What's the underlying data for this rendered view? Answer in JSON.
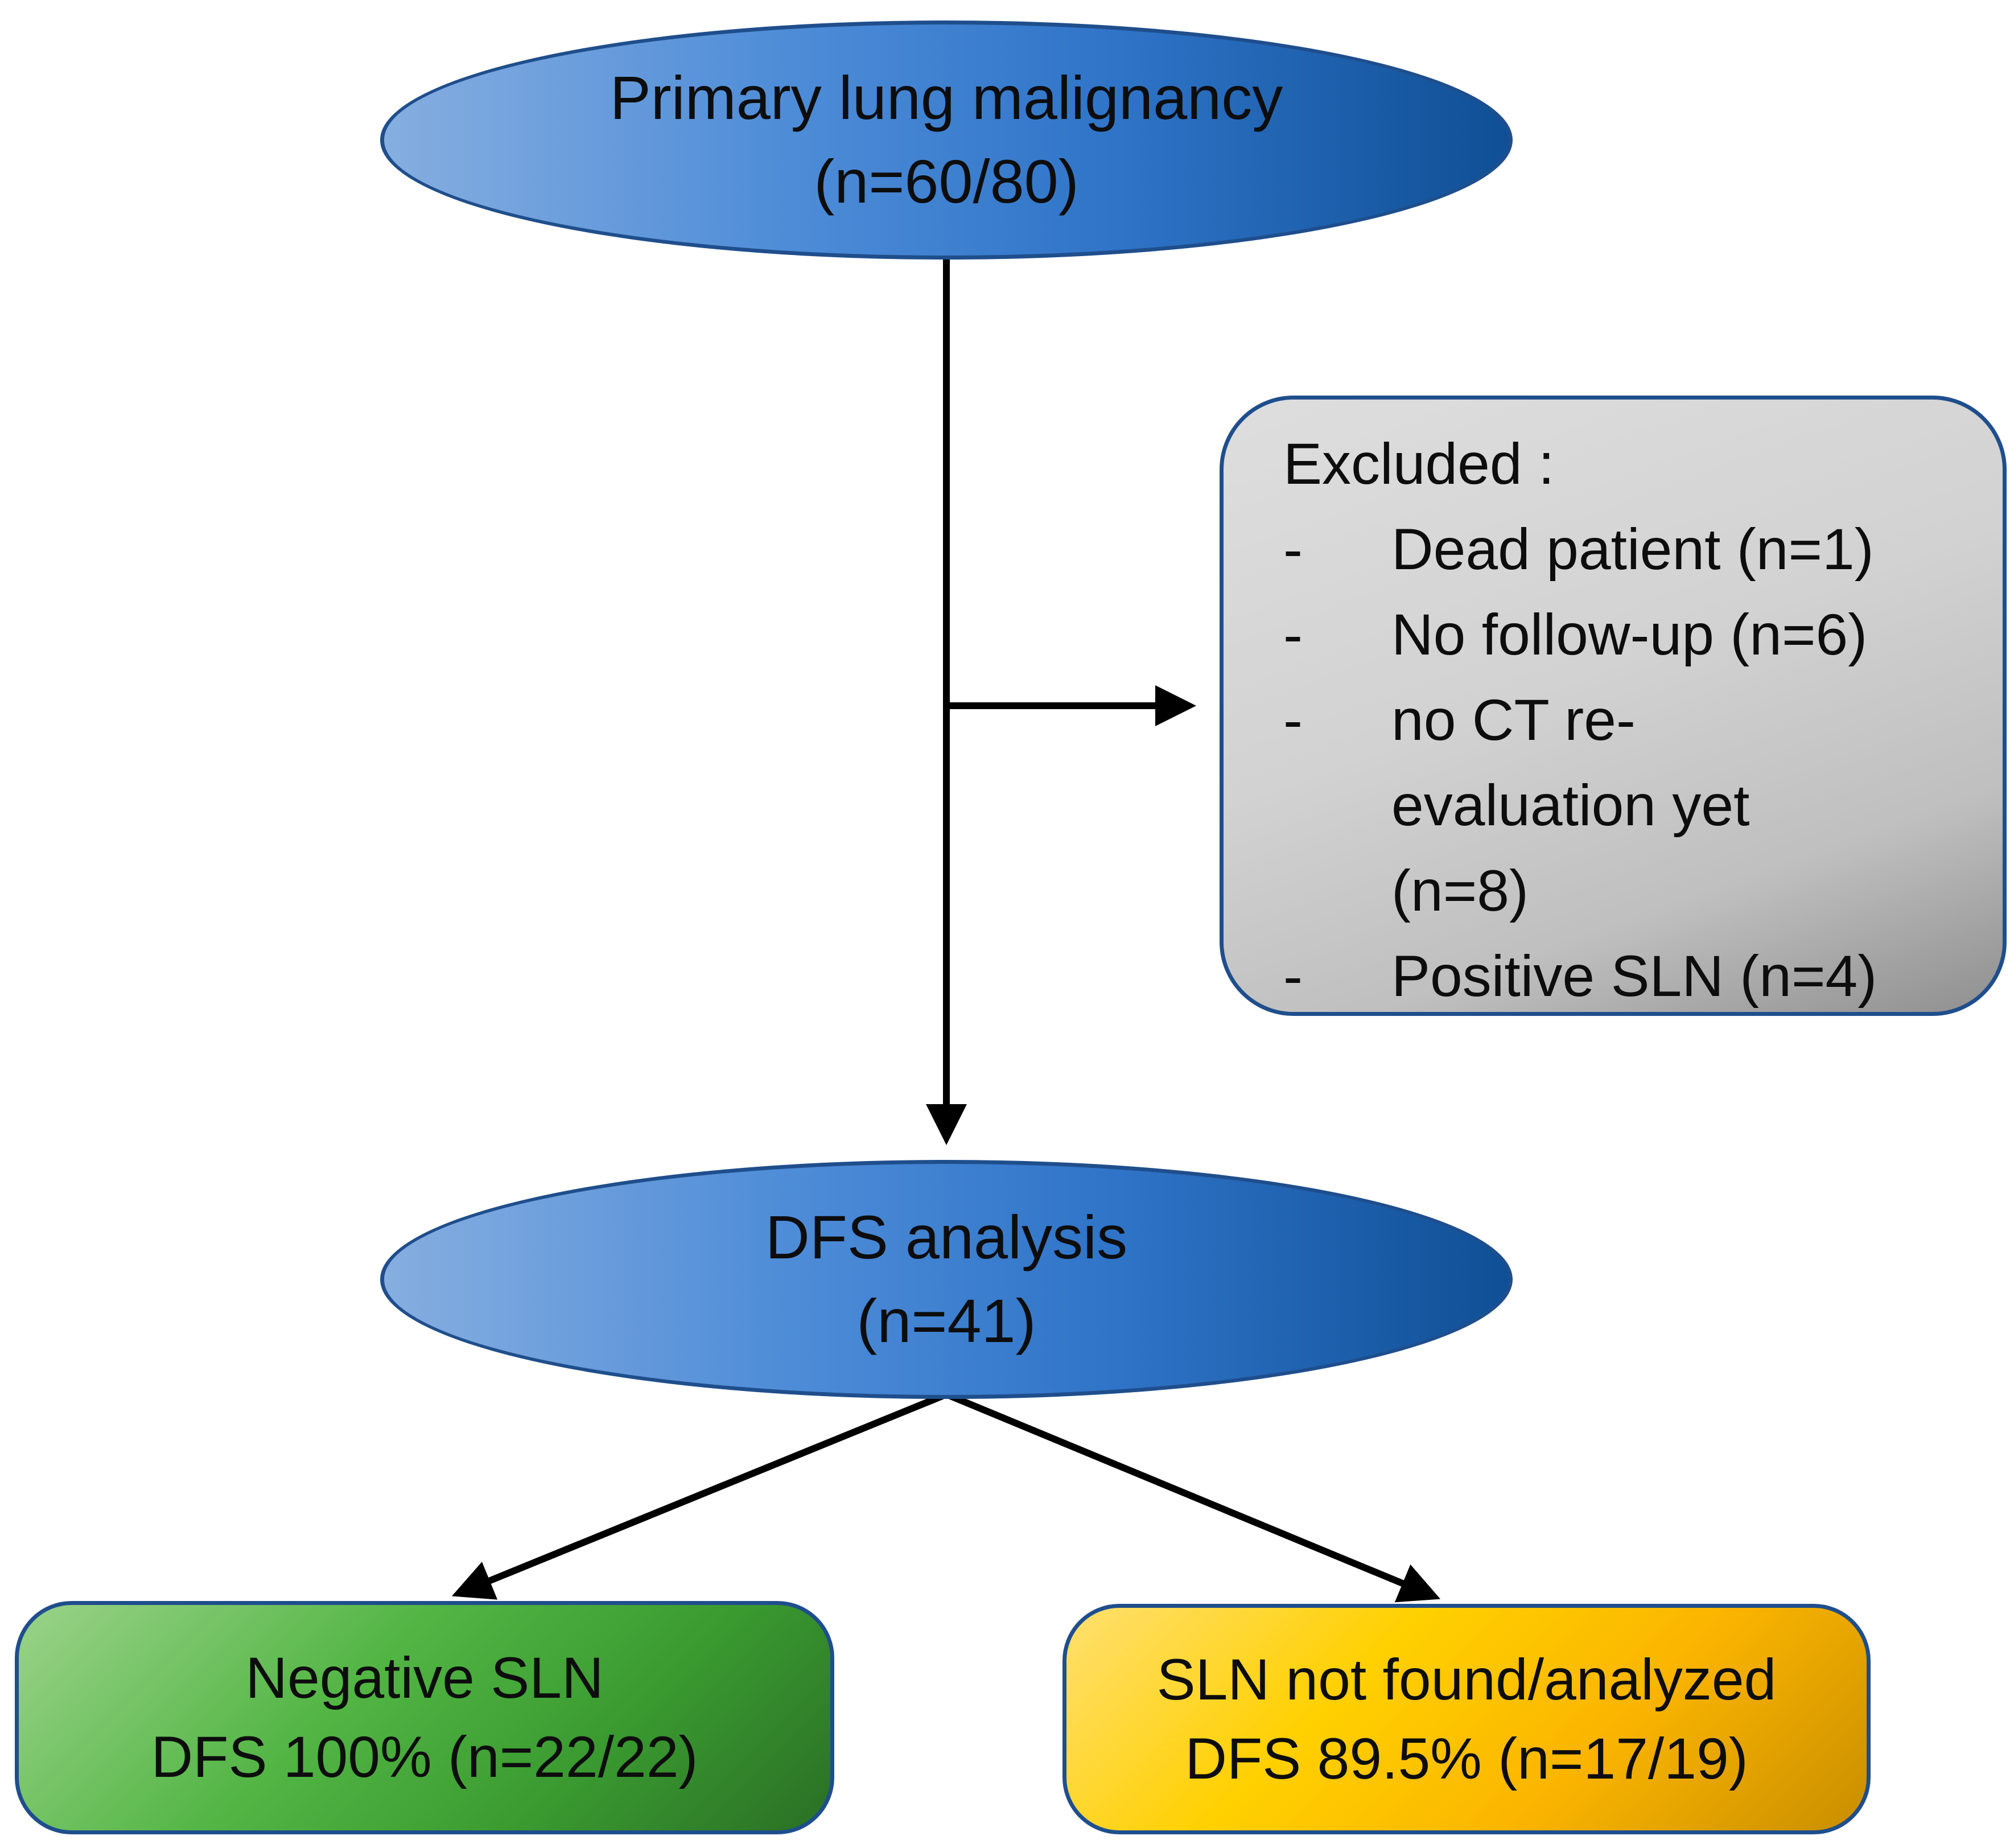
{
  "nodes": {
    "primary": {
      "line1": "Primary lung malignancy",
      "line2": "(n=60/80)"
    },
    "dfs": {
      "line1": "DFS analysis",
      "line2": "(n=41)"
    },
    "negative": {
      "line1": "Negative SLN",
      "line2": "DFS 100% (n=22/22)"
    },
    "not_found": {
      "line1": "SLN not found/analyzed",
      "line2": "DFS 89.5% (n=17/19)"
    }
  },
  "excluded": {
    "title": "Excluded :",
    "bullet": "-",
    "items": [
      {
        "text": "Dead patient (n=1)"
      },
      {
        "text": "No follow-up (n=6)"
      },
      {
        "text": "no CT re-evaluation yet (n=8)"
      },
      {
        "text": "Positive SLN (n=4)"
      }
    ]
  },
  "colors": {
    "ellipse_blue": "#2f74c8",
    "outline": "#1f4e8c",
    "negative_green": "#3a9a30",
    "not_found_orange": "#fbb500",
    "excluded_gray": "#c8c8c8",
    "connector": "#000000"
  }
}
